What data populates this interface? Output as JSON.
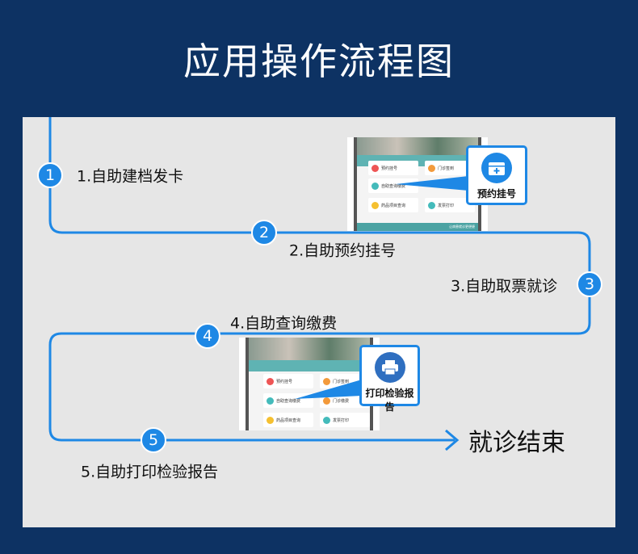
{
  "title": "应用操作流程图",
  "steps": [
    {
      "num": "1",
      "label": "1.自助建档发卡"
    },
    {
      "num": "2",
      "label": "2.自助预约挂号"
    },
    {
      "num": "3",
      "label": "3.自助取票就诊"
    },
    {
      "num": "4",
      "label": "4.自助查询缴费"
    },
    {
      "num": "5",
      "label": "5.自助打印检验报告"
    }
  ],
  "end_label": "就诊结束",
  "screens": {
    "buttons": [
      "预约挂号",
      "门诊签到",
      "自助查询缴费",
      "门诊缴费",
      "药品项目查询",
      "发票打印"
    ],
    "footer": "让病患就诊更便捷"
  },
  "callouts": [
    {
      "label": "预约挂号",
      "icon": "calendar-plus-icon"
    },
    {
      "label": "打印检验报告",
      "icon": "printer-icon"
    }
  ],
  "colors": {
    "bg": "#0d3263",
    "panel": "#e6e6e6",
    "accent": "#1e88e5"
  }
}
